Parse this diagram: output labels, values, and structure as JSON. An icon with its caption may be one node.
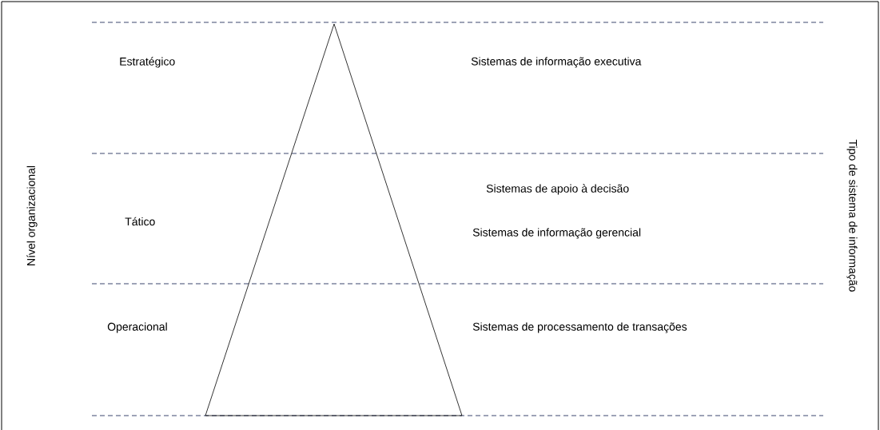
{
  "diagram": {
    "nodes": [
      {
        "text": [],
        "shape": "triangle"
      }
    ],
    "labels": [
      "Estratégico",
      "Sistemas de informação executiva",
      "Nível organizacional",
      "Tipo de sistema de informação",
      "Tático",
      "Sistemas de apoio à decisão",
      "Sistemas de informação gerencial",
      "Operacional",
      "Sistemas de processamento de transações"
    ]
  }
}
